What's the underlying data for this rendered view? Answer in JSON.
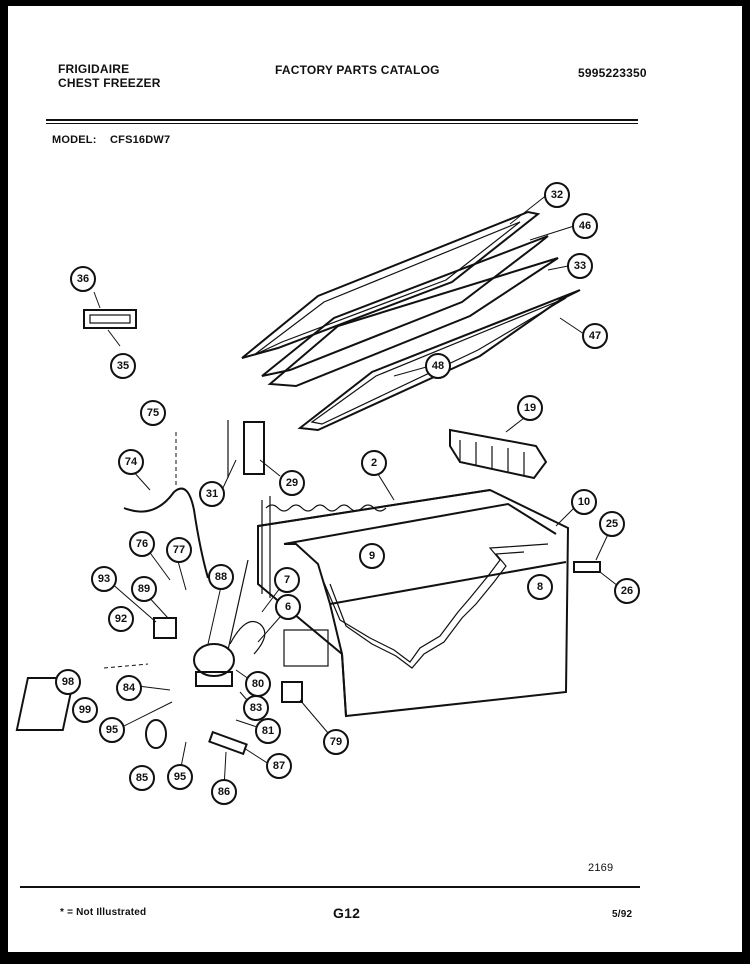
{
  "header": {
    "brand": "FRIGIDAIRE",
    "product": "CHEST FREEZER",
    "catalog_title": "FACTORY PARTS CATALOG",
    "catalog_number": "5995223350",
    "model_label": "MODEL:",
    "model_number": "CFS16DW7"
  },
  "diagram": {
    "drawing_number": "2169",
    "callouts": [
      "32",
      "46",
      "33",
      "47",
      "48",
      "36",
      "35",
      "19",
      "75",
      "31",
      "29",
      "74",
      "2",
      "10",
      "25",
      "26",
      "76",
      "77",
      "9",
      "8",
      "88",
      "7",
      "93",
      "89",
      "6",
      "92",
      "98",
      "84",
      "80",
      "99",
      "83",
      "95",
      "81",
      "79",
      "85",
      "95",
      "87",
      "86"
    ]
  },
  "footer": {
    "note": "* = Not Illustrated",
    "page": "G12",
    "date": "5/92"
  }
}
